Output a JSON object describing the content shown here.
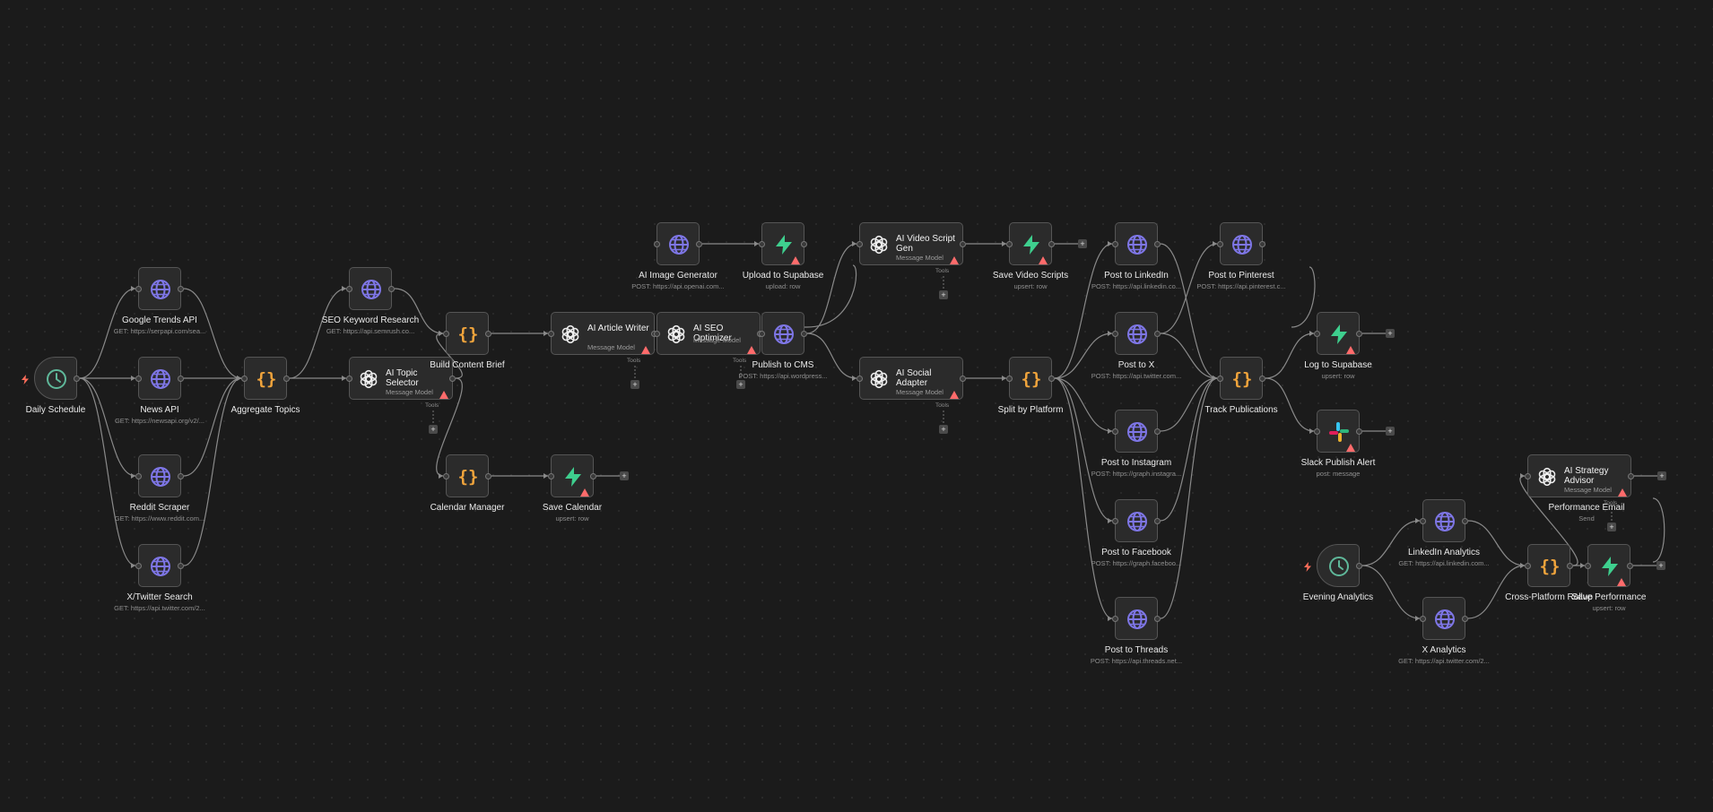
{
  "colors": {
    "background": "#1b1b1b",
    "node": "#2b2b2b",
    "http": "#7e76e6",
    "code": "#f0a43c",
    "supabase": "#3ecf8e",
    "schedule": "#5fb89a",
    "warning": "#ff6b6b",
    "trigger_bolt": "#ff6d5a"
  },
  "nodes": [
    {
      "id": "daily",
      "type": "schedule",
      "label": "Daily Schedule",
      "subtitle": ""
    },
    {
      "id": "gtrends",
      "type": "http",
      "label": "Google Trends API",
      "subtitle": "GET: https://serpapi.com/sea..."
    },
    {
      "id": "news",
      "type": "http",
      "label": "News API",
      "subtitle": "GET: https://newsapi.org/v2/..."
    },
    {
      "id": "reddit",
      "type": "http",
      "label": "Reddit Scraper",
      "subtitle": "GET: https://www.reddit.com..."
    },
    {
      "id": "xsearch",
      "type": "http",
      "label": "X/Twitter Search",
      "subtitle": "GET: https://api.twitter.com/2..."
    },
    {
      "id": "aggregate",
      "type": "code",
      "label": "Aggregate Topics",
      "subtitle": ""
    },
    {
      "id": "seo",
      "type": "http",
      "label": "SEO Keyword Research",
      "subtitle": "GET: https://api.semrush.co..."
    },
    {
      "id": "topic",
      "type": "ai",
      "label": "AI Topic Selector",
      "subtitle": "Message Model",
      "warning": true
    },
    {
      "id": "brief",
      "type": "code",
      "label": "Build Content Brief",
      "subtitle": ""
    },
    {
      "id": "calendar",
      "type": "code",
      "label": "Calendar Manager",
      "subtitle": ""
    },
    {
      "id": "savecal",
      "type": "supabase",
      "label": "Save Calendar",
      "subtitle": "upsert: row",
      "warning": true
    },
    {
      "id": "writer",
      "type": "ai",
      "label": "AI Article Writer",
      "subtitle": "Message Model",
      "warning": true
    },
    {
      "id": "imagegen",
      "type": "http",
      "label": "AI Image Generator",
      "subtitle": "POST: https://api.openai.com..."
    },
    {
      "id": "upload",
      "type": "supabase",
      "label": "Upload to Supabase",
      "subtitle": "upload: row",
      "warning": true
    },
    {
      "id": "optimizer",
      "type": "ai",
      "label": "AI SEO Optimizer",
      "subtitle": "Message Model",
      "warning": true
    },
    {
      "id": "cms",
      "type": "http",
      "label": "Publish to CMS",
      "subtitle": "POST: https://api.wordpress..."
    },
    {
      "id": "video",
      "type": "ai",
      "label": "AI Video Script Gen",
      "subtitle": "Message Model",
      "warning": true
    },
    {
      "id": "savevideo",
      "type": "supabase",
      "label": "Save Video Scripts",
      "subtitle": "upsert: row",
      "warning": true
    },
    {
      "id": "social",
      "type": "ai",
      "label": "AI Social Adapter",
      "subtitle": "Message Model",
      "warning": true
    },
    {
      "id": "split",
      "type": "code",
      "label": "Split by Platform",
      "subtitle": ""
    },
    {
      "id": "linkedin",
      "type": "http",
      "label": "Post to LinkedIn",
      "subtitle": "POST: https://api.linkedin.co..."
    },
    {
      "id": "pinterest",
      "type": "http",
      "label": "Post to Pinterest",
      "subtitle": "POST: https://api.pinterest.c..."
    },
    {
      "id": "postx",
      "type": "http",
      "label": "Post to X",
      "subtitle": "POST: https://api.twitter.com..."
    },
    {
      "id": "instagram",
      "type": "http",
      "label": "Post to Instagram",
      "subtitle": "POST: https://graph.instagra..."
    },
    {
      "id": "facebook",
      "type": "http",
      "label": "Post to Facebook",
      "subtitle": "POST: https://graph.faceboo..."
    },
    {
      "id": "threads",
      "type": "http",
      "label": "Post to Threads",
      "subtitle": "POST: https://api.threads.net..."
    },
    {
      "id": "track",
      "type": "code",
      "label": "Track Publications",
      "subtitle": ""
    },
    {
      "id": "logsupa",
      "type": "supabase",
      "label": "Log to Supabase",
      "subtitle": "upsert: row",
      "warning": true
    },
    {
      "id": "slack",
      "type": "slack",
      "label": "Slack Publish Alert",
      "subtitle": "post: message",
      "warning": true
    },
    {
      "id": "evening",
      "type": "schedule",
      "label": "Evening Analytics",
      "subtitle": ""
    },
    {
      "id": "lianalytics",
      "type": "http",
      "label": "LinkedIn Analytics",
      "subtitle": "GET: https://api.linkedin.com..."
    },
    {
      "id": "xanalytics",
      "type": "http",
      "label": "X Analytics",
      "subtitle": "GET: https://api.twitter.com/2..."
    },
    {
      "id": "rollup",
      "type": "code",
      "label": "Cross-Platform Rollup",
      "subtitle": ""
    },
    {
      "id": "strategy",
      "type": "ai",
      "label": "AI Strategy Advisor",
      "subtitle": "Message Model",
      "warning": true
    },
    {
      "id": "perfemail",
      "type": "email",
      "label": "Performance Email",
      "subtitle": "Send"
    },
    {
      "id": "saveperf",
      "type": "supabase",
      "label": "Save Performance",
      "subtitle": "upsert: row",
      "warning": true
    }
  ],
  "tools_label": "Tools",
  "plus_label": "+"
}
